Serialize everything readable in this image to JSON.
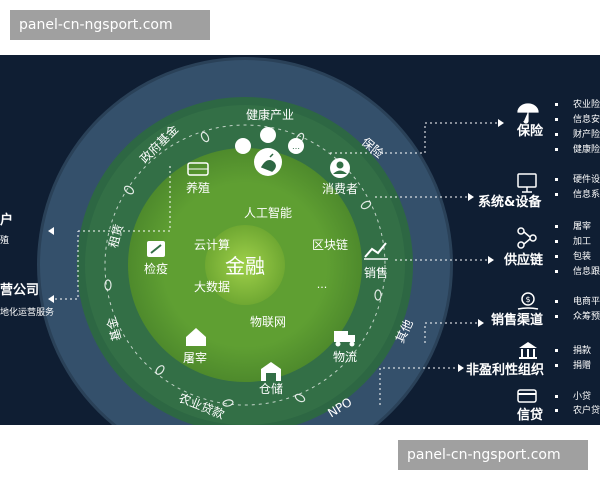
{
  "watermarks": {
    "top": "panel-cn-ngsport.com",
    "bottom": "panel-cn-ngsport.com"
  },
  "center": {
    "label": "金融"
  },
  "inner_ring": [
    "人工智能",
    "区块链",
    "云计算",
    "大数据",
    "...",
    "物联网"
  ],
  "middle_ring": [
    "养殖",
    "消费者",
    "检疫",
    "销售",
    "屠宰",
    "仓储",
    "物流"
  ],
  "top_label": "健康产业",
  "outer_ring": [
    "政府基金",
    "保险",
    "租赁",
    "基金",
    "其他",
    "农业贷款",
    "NPO"
  ],
  "left_side": {
    "item1_title": "户",
    "item1_sub": "殖",
    "item2_title": "营公司",
    "item2_sub": "地化运营服务"
  },
  "right_side": [
    {
      "title": "保险",
      "icon": "umbrella-icon",
      "items": [
        "农业险",
        "信息安",
        "财产险",
        "健康险"
      ]
    },
    {
      "title": "系统&设备",
      "icon": "monitor-icon",
      "items": [
        "硬件设",
        "信息系"
      ]
    },
    {
      "title": "供应链",
      "icon": "network-icon",
      "items": [
        "屠宰",
        "加工",
        "包装",
        "信息跟"
      ]
    },
    {
      "title": "销售渠道",
      "icon": "dollar-hand-icon",
      "items": [
        "电商平",
        "众筹预"
      ]
    },
    {
      "title": "非盈利性组织",
      "icon": "institution-icon",
      "items": [
        "捐款",
        "捐赠"
      ]
    },
    {
      "title": "信贷",
      "icon": "credit-card-icon",
      "items": [
        "小贷",
        "农户贷"
      ]
    }
  ],
  "colors": {
    "background": "#0f1e33",
    "outer_ring": "#35506a",
    "middle_ring": "#2f6b44",
    "inner_disc": "#5f9f32",
    "center": "#86bd3c",
    "node": "#ffffff"
  }
}
